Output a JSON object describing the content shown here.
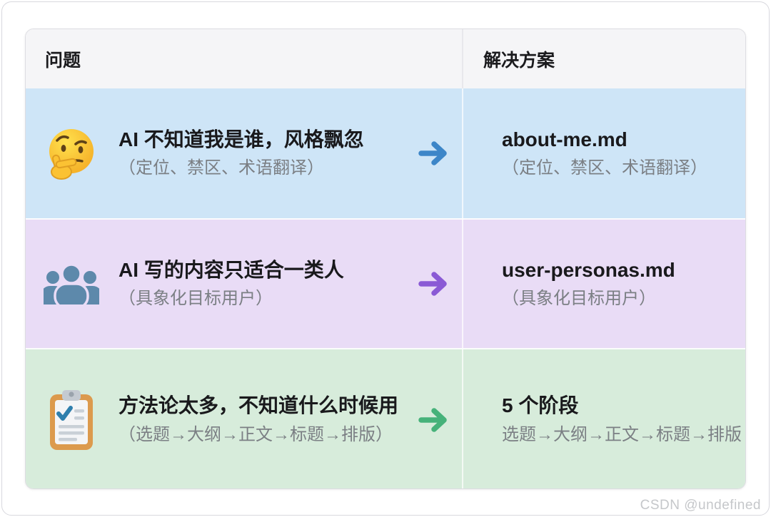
{
  "page": {
    "watermark": "CSDN @undefined"
  },
  "table": {
    "columns": [
      {
        "label": "问题"
      },
      {
        "label": "解决方案"
      }
    ],
    "rows": [
      {
        "icon": "thinking-face",
        "bg": "#cee5f7",
        "arrow_color": "#3d86c8",
        "problem": {
          "title": "AI 不知道我是谁，风格飘忽",
          "note": "（定位、禁区、术语翻译）"
        },
        "solution": {
          "title": "about-me.md",
          "note": "（定位、禁区、术语翻译）"
        }
      },
      {
        "icon": "people-group",
        "bg": "#e9dcf6",
        "arrow_color": "#8a5ad5",
        "problem": {
          "title": "AI 写的内容只适合一类人",
          "note": "（具象化目标用户）"
        },
        "solution": {
          "title": "user-personas.md",
          "note": "（具象化目标用户）"
        }
      },
      {
        "icon": "clipboard",
        "bg": "#d7ecdb",
        "arrow_color": "#46b27a",
        "problem": {
          "title": "方法论太多，不知道什么时候用",
          "note": "（选题→大纲→正文→标题→排版）"
        },
        "solution": {
          "title": "5 个阶段",
          "note": "选题→大纲→正文→标题→排版"
        }
      }
    ]
  }
}
